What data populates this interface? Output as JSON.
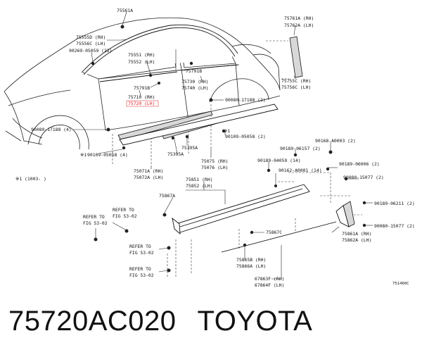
{
  "callouts": {
    "c75561A": "75561A",
    "c75555D": "75555D (RH)",
    "c75556C": "75556C (LH)",
    "c90269": "90269-05059 (22)",
    "c75551": "75551 (RH)",
    "c75552": "75552 (LH)",
    "c75791B_top": "75791B",
    "c75791B_mid": "75791B",
    "c75730": "75730 (RH)",
    "c75740": "75740 (LH)",
    "c75710": "75710 (RH)",
    "c75720": "75720 (LH)",
    "c75761A": "75761A (RH)",
    "c75762A": "75762A (LH)",
    "c75755C": "75755C (RH)",
    "c75756C": "75756C (LH)",
    "c90080_17188_r": "90080-17188 (2)",
    "c90080_17188_l": "90080-17188 (4)",
    "c_note1_r": "※1",
    "c90109_r": "90109-05058 (2)",
    "c_note1_l": "※1",
    "c90109_l": "90109-05058 (4)",
    "c75395A_a": "75395A",
    "c75395A_b": "75395A",
    "c75071A": "75071A (RH)",
    "c75072A": "75072A (LH)",
    "c75075": "75075 (RH)",
    "c75076": "75076 (LH)",
    "c90189_06157": "90189-06157 (2)",
    "c90168": "90168-A0003 (2)",
    "c90189_04059": "90189-04059 (14)",
    "c90162": "90162-A0001 (14)",
    "c90189_06006": "90189-06006 (2)",
    "c90080_15077_a": "90080-15077 (2)",
    "c_footnote": "※1 (1003-   )",
    "c75851": "75851 (RH)",
    "c75852": "75852 (LH)",
    "c75867A": "75867A",
    "c90189_06211": "90189-06211 (2)",
    "c90080_15077_b": "90080-15077 (2)",
    "c75867C": "75867C",
    "c75861A": "75861A (RH)",
    "c75862A": "75862A (LH)",
    "ref1_a": "REFER TO",
    "ref1_b": "FIG 53-02",
    "ref2_a": "REFER TO",
    "ref2_b": "FIG 53-02",
    "ref3_a": "REFER TO",
    "ref3_b": "FIG 53-02",
    "ref4_a": "REFER TO",
    "ref4_b": "FIG 53-02",
    "c75865B": "75865B (RH)",
    "c75866A": "75866A (LH)",
    "c67863F": "67863F (RH)",
    "c67864F": "67864F (LH)",
    "c751460C": "751460C"
  },
  "caption": {
    "part_number": "75720AC020",
    "brand": "TOYOTA"
  },
  "colors": {
    "highlight": "#e0202a",
    "ink": "#111111"
  }
}
